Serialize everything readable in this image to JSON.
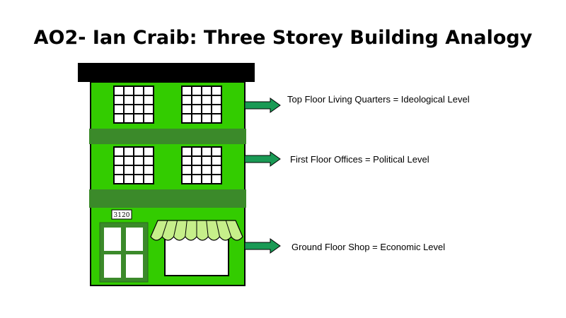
{
  "slide": {
    "title": "AO2- Ian Craib: Three Storey Building Analogy"
  },
  "building": {
    "door_number": "3120",
    "colors": {
      "facade": "#33cc00",
      "band": "#3b8a2a",
      "roof": "#000000",
      "awning": "#c6ef8a",
      "door": "#3b8a2a",
      "arrow": "#1a9a55"
    }
  },
  "labels": {
    "top_floor": "Top Floor Living Quarters = Ideological Level",
    "first_floor": "First Floor Offices = Political Level",
    "ground_floor": "Ground Floor Shop = Economic Level"
  }
}
